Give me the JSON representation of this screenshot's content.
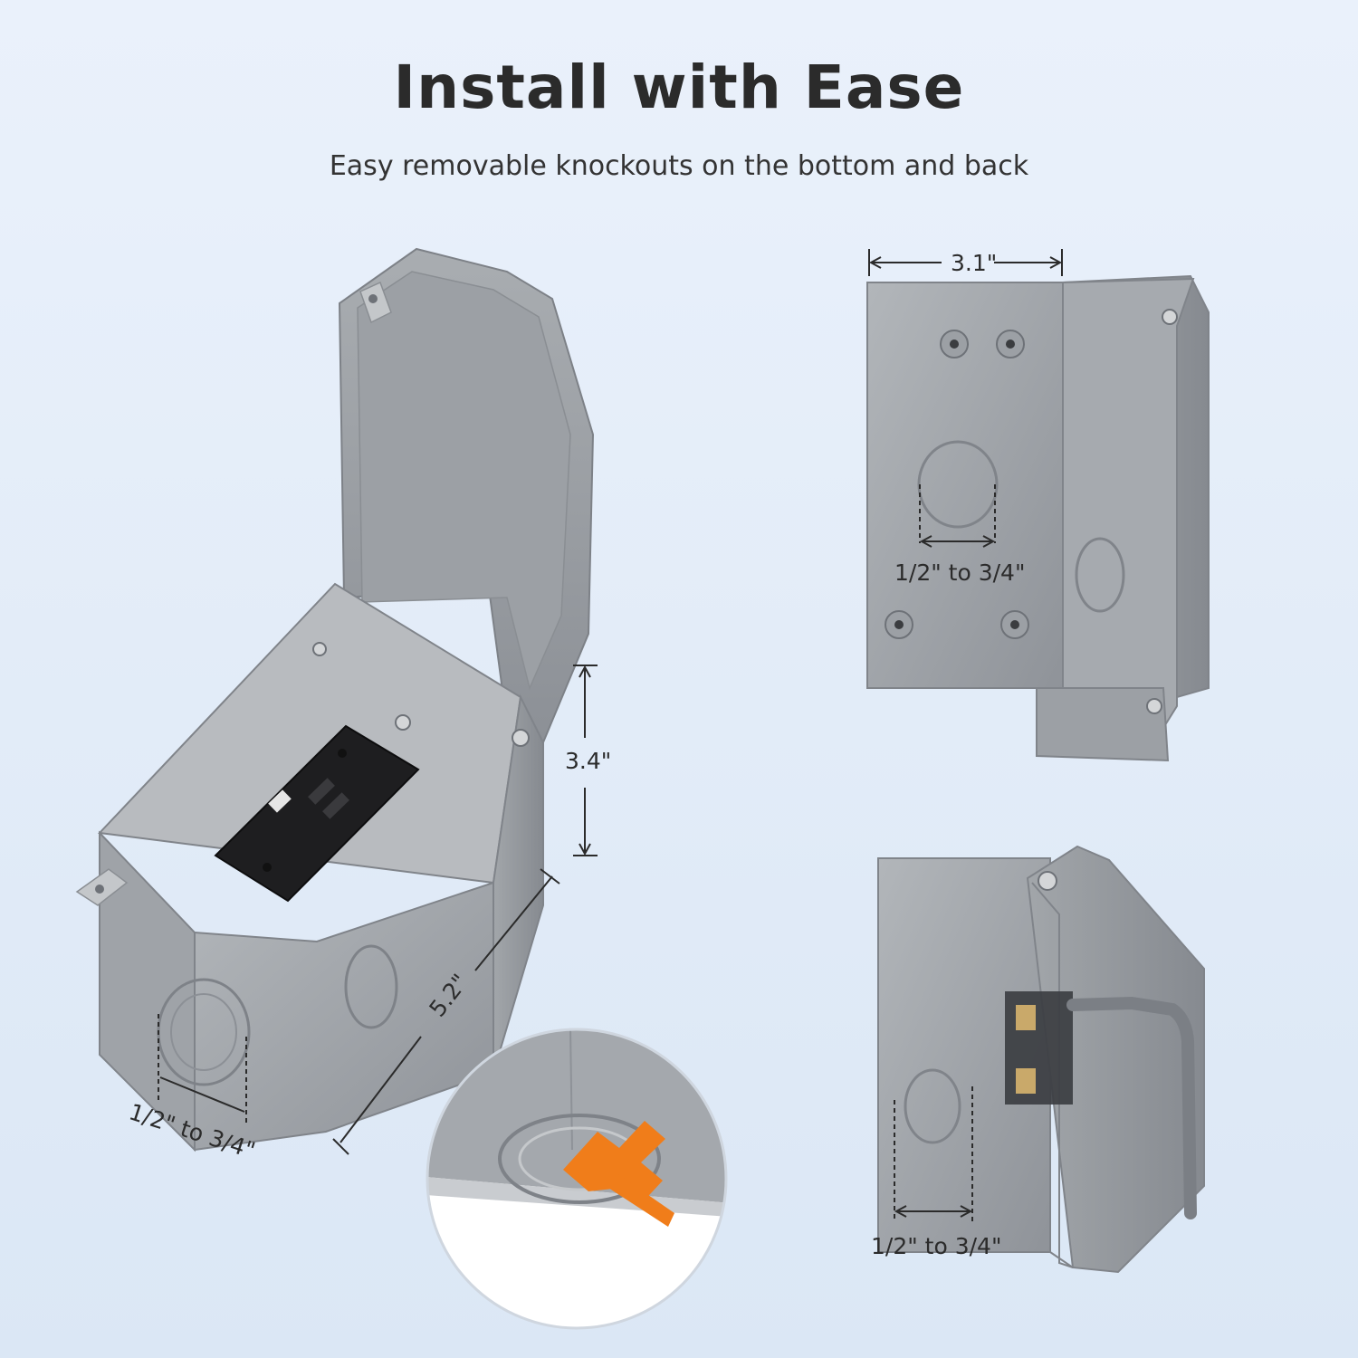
{
  "header": {
    "title": "Install with Ease",
    "subtitle": "Easy removable knockouts on the bottom and back"
  },
  "dimensions": {
    "height": "3.4\"",
    "length": "5.2\"",
    "width": "3.1\"",
    "knockout_front": "1/2\" to 3/4\"",
    "knockout_back": "1/2\" to 3/4\"",
    "knockout_side": "1/2\" to 3/4\""
  },
  "colors": {
    "box_gray": "#9a9ea3",
    "background": "#e2ecf8",
    "outlet_black": "#1e1e20",
    "hammer_orange": "#f07d1a"
  },
  "icons": [
    "hammer-icon"
  ]
}
